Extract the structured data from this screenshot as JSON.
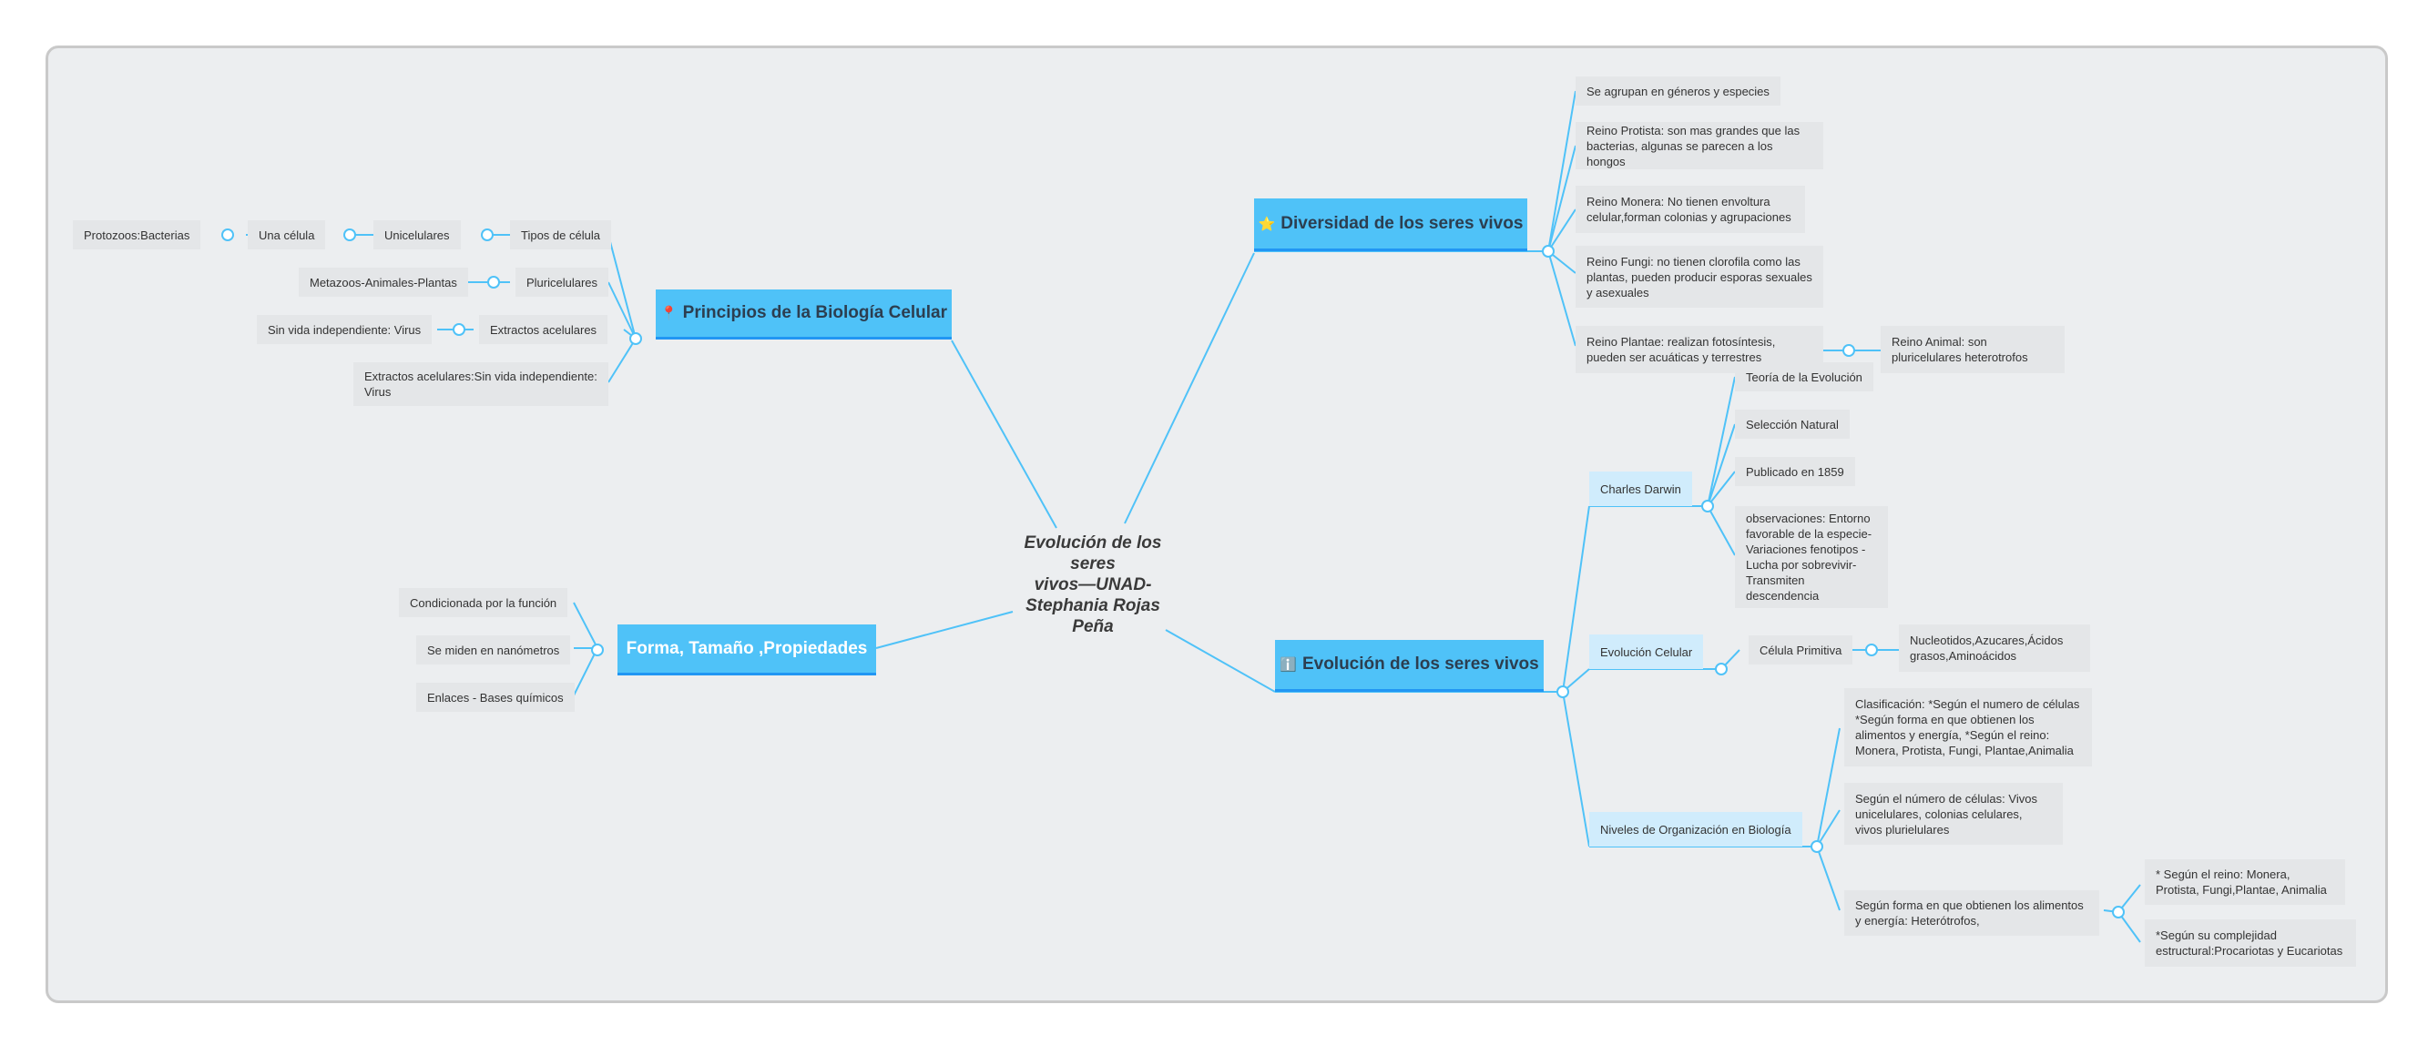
{
  "central": {
    "lines": [
      "Evolución de los",
      "seres",
      "vivos—UNAD-",
      "Stephania Rojas",
      "Peña"
    ]
  },
  "colors": {
    "topic": "#4fc2f8",
    "line": "#4fc2f8",
    "sub": "#d0ecfc",
    "leaf": "#e4e6e8",
    "canvas": "#eceef0"
  },
  "topics": {
    "principios": {
      "label": "Principios de la Biología Celular",
      "icon": "pin-icon"
    },
    "diversidad": {
      "label": "Diversidad de los seres vivos",
      "icon": "star-icon"
    },
    "forma": {
      "label": "Forma, Tamaño ,Propiedades"
    },
    "evolucion": {
      "label": "Evolución de los seres vivos",
      "icon": "info-icon"
    }
  },
  "principios": {
    "tipos": "Tipos de célula",
    "unicelulares": "Unicelulares",
    "una_celula": "Una célula",
    "protozoos": "Protozoos:Bacterias",
    "pluricelulares": "Pluricelulares",
    "metazoos": "Metazoos-Animales-Plantas",
    "extractos": "Extractos acelulares",
    "sin_vida": "Sin vida independiente: Virus",
    "extractos_virus": "Extractos acelulares:Sin vida independiente: Virus"
  },
  "forma": {
    "condicionada": "Condicionada por la función",
    "nanometros": "Se miden en nanómetros",
    "enlaces": "Enlaces - Bases químicos"
  },
  "diversidad": {
    "agrupan": "Se agrupan en géneros y especies",
    "protista": "Reino Protista: son mas grandes que las bacterias, algunas se parecen a los hongos",
    "monera": "Reino Monera: No tienen envoltura celular,forman colonias y agrupaciones",
    "fungi": "Reino Fungi: no tienen clorofila como las plantas, pueden producir esporas sexuales y asexuales",
    "plantae": "Reino Plantae: realizan fotosíntesis, pueden ser acuáticas y terrestres",
    "animal": "Reino Animal: son pluricelulares heterotrofos"
  },
  "evolucion": {
    "darwin": "Charles Darwin",
    "teoria": "Teoría de la Evolución",
    "seleccion": "Selección Natural",
    "publicado": "Publicado  en 1859",
    "observaciones": "observaciones: Entorno favorable de la especie-Variaciones fenotipos -Lucha por sobrevivir-Transmiten descendencia",
    "celular": "Evolución Celular",
    "primitiva": "Célula Primitiva",
    "nucleotidos": "Nucleotidos,Azucares,Ácidos grasos,Aminoácidos",
    "niveles": "Niveles de Organización en Biología",
    "clasificacion": "Clasificación: *Según el numero de células *Según forma en que obtienen los alimentos y energía, *Según el reino: Monera, Protista, Fungi, Plantae,Animalia",
    "numero": "Según el número de células: Vivos unicelulares, colonias celulares, vivos plurielulares",
    "forma_alimentos": "Según forma en que obtienen los alimentos y energía: Heterótrofos,",
    "segun_reino": "* Según el reino: Monera, Protista, Fungi,Plantae, Animalia",
    "complejidad": "*Según su complejidad estructural:Procariotas y Eucariotas"
  }
}
